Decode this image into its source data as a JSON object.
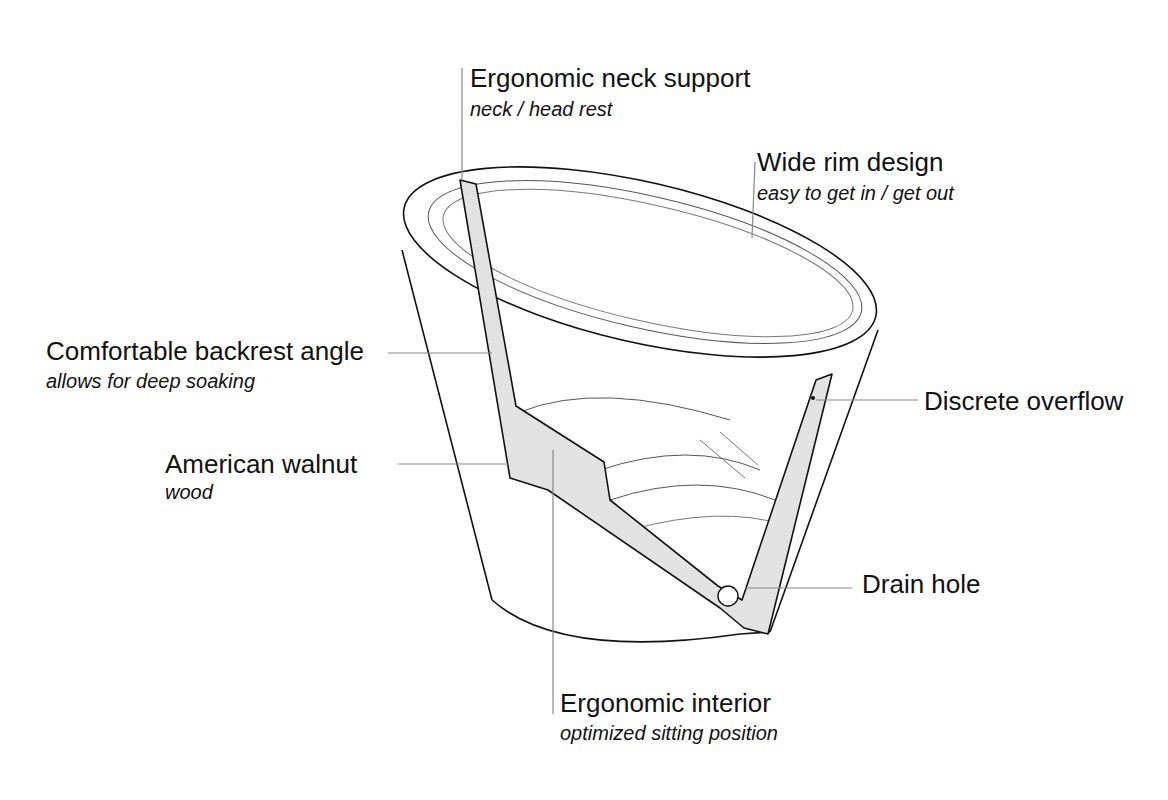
{
  "diagram": {
    "labels": [
      "Ergonomic neck support",
      "neck / head rest",
      "Wide rim design",
      "easy to get in / get out",
      "Comfortable backrest angle",
      "allows for deep soaking",
      "American walnut",
      "wood",
      "Discrete overflow",
      "Drain hole",
      "Ergonomic interior",
      "optimized sitting position"
    ]
  }
}
